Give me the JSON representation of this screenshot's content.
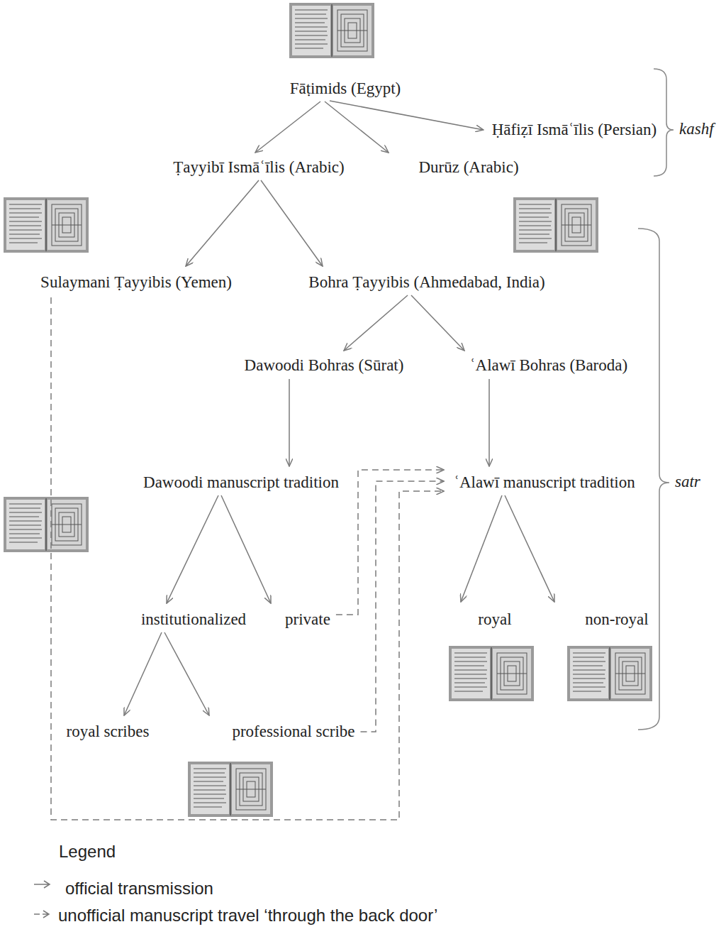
{
  "diagram": {
    "nodes": [
      {
        "text": [
          "Fāṭimids (Egypt)"
        ]
      },
      {
        "text": [
          "Ḥāfiẓī Ismāʿīlis (Persian)"
        ]
      },
      {
        "text": [
          "Ṭayyibī Ismāʿīlis (Arabic)"
        ]
      },
      {
        "text": [
          "Durūz (Arabic)"
        ]
      },
      {
        "text": [
          "Sulaymani Ṭayyibis (Yemen)"
        ]
      },
      {
        "text": [
          "Bohra Ṭayyibis (Ahmedabad, India)"
        ]
      },
      {
        "text": [
          "Dawoodi Bohras (Sūrat)"
        ]
      },
      {
        "text": [
          "ʿAlawī Bohras (Baroda)"
        ]
      },
      {
        "text": [
          "Dawoodi manuscript tradition"
        ]
      },
      {
        "text": [
          "ʿAlawī manuscript tradition"
        ]
      },
      {
        "text": [
          "institutionalized"
        ]
      },
      {
        "text": [
          "private"
        ]
      },
      {
        "text": [
          "royal"
        ]
      },
      {
        "text": [
          "non-royal"
        ]
      },
      {
        "text": [
          "royal scribes"
        ]
      },
      {
        "text": [
          "professional scribe"
        ]
      }
    ],
    "edges": [
      {
        "from": 0,
        "to": 1,
        "arrow": "to"
      },
      {
        "from": 0,
        "to": 2,
        "arrow": "to"
      },
      {
        "from": 0,
        "to": 3,
        "arrow": "to"
      },
      {
        "from": 2,
        "to": 4,
        "arrow": "to"
      },
      {
        "from": 2,
        "to": 5,
        "arrow": "to"
      },
      {
        "from": 5,
        "to": 6,
        "arrow": "to"
      },
      {
        "from": 5,
        "to": 7,
        "arrow": "to"
      },
      {
        "from": 6,
        "to": 8,
        "arrow": "to"
      },
      {
        "from": 7,
        "to": 9,
        "arrow": "to"
      },
      {
        "from": 8,
        "to": 10,
        "arrow": "to"
      },
      {
        "from": 8,
        "to": 11,
        "arrow": "to"
      },
      {
        "from": 9,
        "to": 12,
        "arrow": "to"
      },
      {
        "from": 9,
        "to": 13,
        "arrow": "to"
      },
      {
        "from": 10,
        "to": 14,
        "arrow": "to"
      },
      {
        "from": 10,
        "to": 15,
        "arrow": "to"
      },
      {
        "from": 11,
        "to": 9,
        "arrow": "to"
      },
      {
        "from": 15,
        "to": 9,
        "arrow": "to"
      },
      {
        "from": 4,
        "to": 9,
        "arrow": "to"
      }
    ],
    "labels": [
      "kashf",
      "satr",
      "Legend"
    ],
    "legend": [
      {
        "text": "official transmission"
      },
      {
        "text": "unofficial manuscript travel ‘through the back door’"
      }
    ]
  }
}
